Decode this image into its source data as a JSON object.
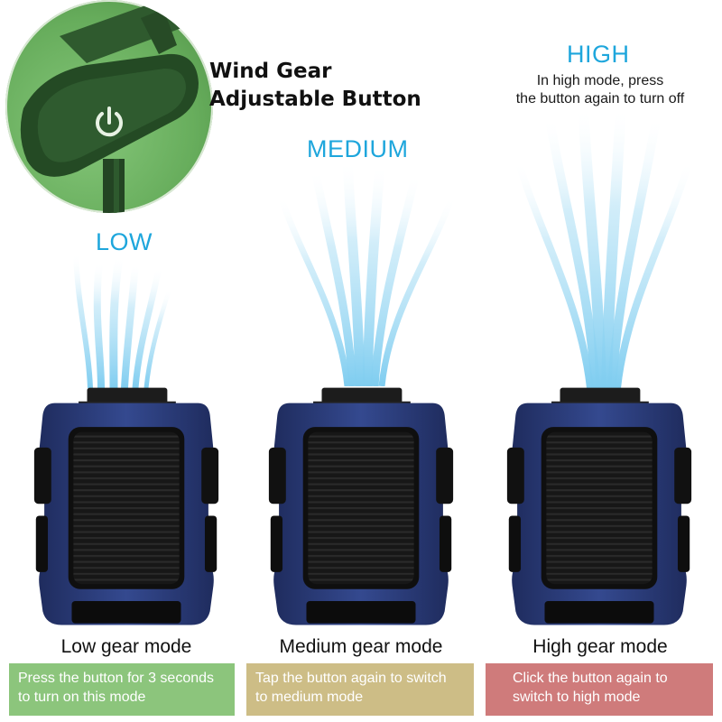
{
  "inset": {
    "heading_line1": "Wind Gear",
    "heading_line2": "Adjustable Button",
    "icon": "power-icon"
  },
  "modes": [
    {
      "level": "LOW",
      "title": "Low gear mode",
      "desc_line1": "Press the button for 3 seconds",
      "desc_line2": "to turn on this mode",
      "box_color": "#8cc57c"
    },
    {
      "level": "MEDIUM",
      "title": "Medium gear mode",
      "desc_line1": "Tap the button again to switch",
      "desc_line2": "to medium mode",
      "box_color": "#cdbd86"
    },
    {
      "level": "HIGH",
      "note_line1": "In high mode, press",
      "note_line2": "the button again to turn off",
      "title": "High gear mode",
      "desc_line1": "Click the button again to",
      "desc_line2": "switch to high mode",
      "box_color": "#cf7b7b"
    }
  ],
  "colors": {
    "level_text": "#1ea6dc",
    "fan_body": "#2d3e7e",
    "fan_grille": "#1b1b1b",
    "airflow": "#a9dbf2"
  }
}
